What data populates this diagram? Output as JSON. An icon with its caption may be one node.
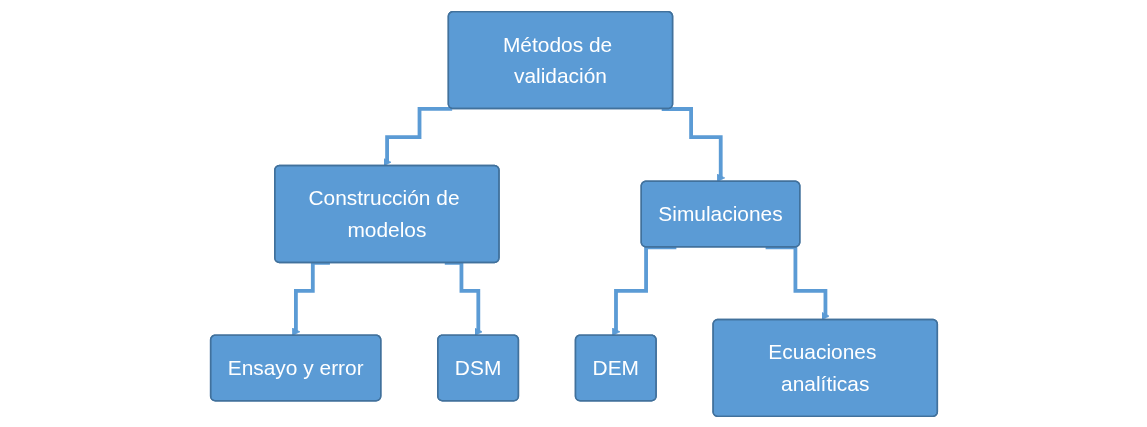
{
  "diagram": {
    "nodes": [
      {
        "text": [
          "Métodos de validación"
        ]
      },
      {
        "text": [
          "Construcción de modelos"
        ]
      },
      {
        "text": [
          "Simulaciones"
        ]
      },
      {
        "text": [
          "Ensayo y error"
        ]
      },
      {
        "text": [
          "DSM"
        ]
      },
      {
        "text": [
          "DEM"
        ]
      },
      {
        "text": [
          "Ecuaciones analíticas"
        ]
      }
    ],
    "edges": [
      {
        "from": 0,
        "to": 1,
        "arrow": "to"
      },
      {
        "from": 0,
        "to": 2,
        "arrow": "to"
      },
      {
        "from": 1,
        "to": 3,
        "arrow": "to"
      },
      {
        "from": 1,
        "to": 4,
        "arrow": "to"
      },
      {
        "from": 2,
        "to": 5,
        "arrow": "to"
      },
      {
        "from": 2,
        "to": 6,
        "arrow": "to"
      }
    ]
  }
}
